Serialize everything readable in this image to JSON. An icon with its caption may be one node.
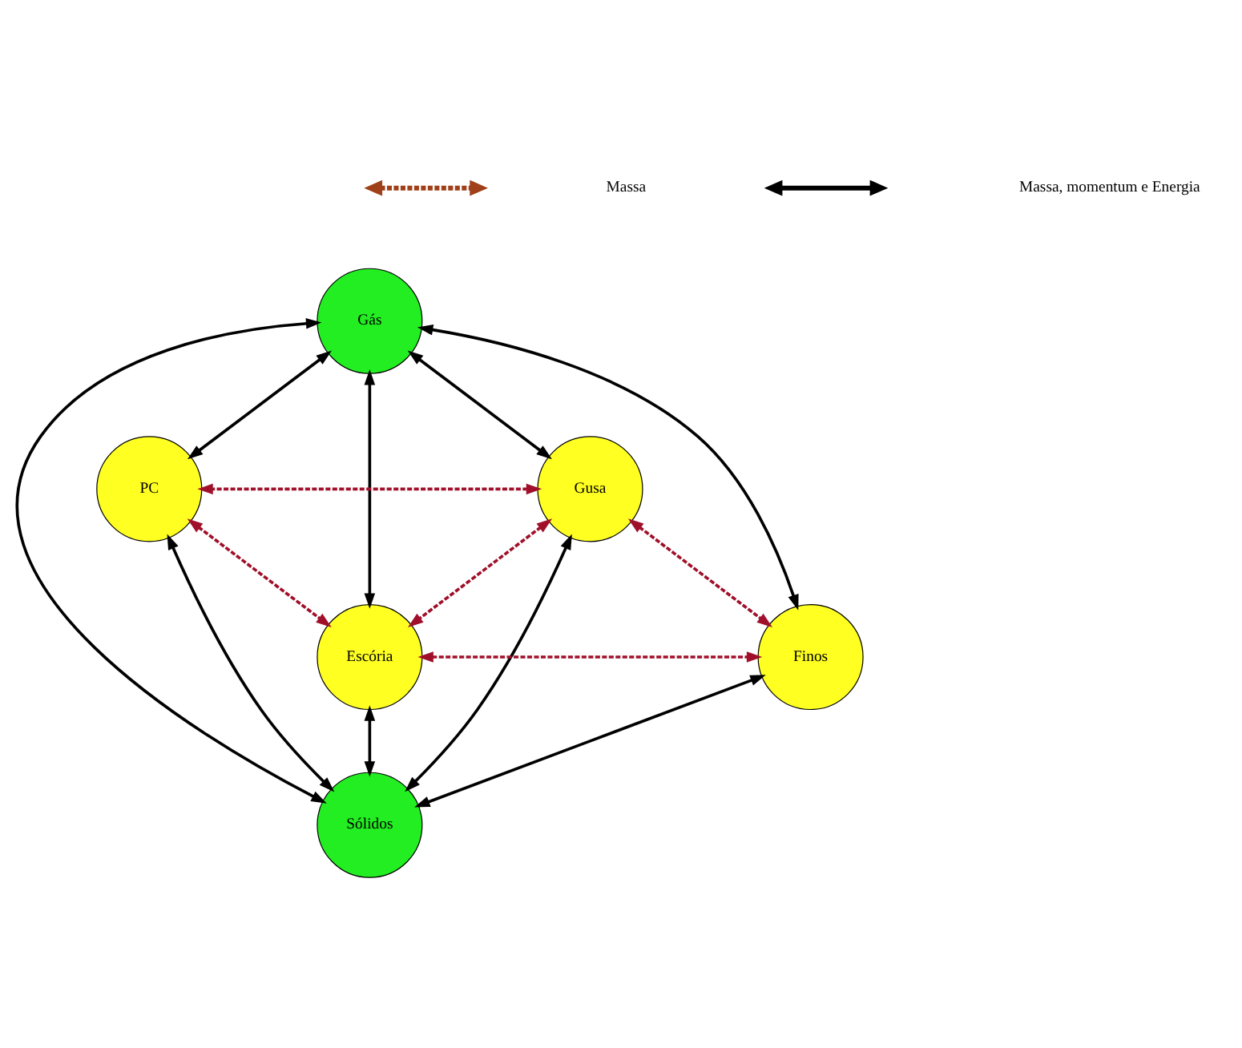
{
  "diagram": {
    "nodes": [
      {
        "text": [
          "Gás"
        ]
      },
      {
        "text": [
          "Gusa"
        ]
      },
      {
        "text": [
          "PC"
        ]
      },
      {
        "text": [
          "Escória"
        ]
      },
      {
        "text": [
          "Finos"
        ]
      },
      {
        "text": [
          "Sólidos"
        ]
      }
    ],
    "edges": [
      {
        "from": 0,
        "to": 1,
        "arrow": "both"
      },
      {
        "from": 0,
        "to": 2,
        "arrow": "both"
      },
      {
        "from": 0,
        "to": 3,
        "arrow": "both"
      },
      {
        "from": 0,
        "to": 5,
        "arrow": "both"
      },
      {
        "from": 0,
        "to": 4,
        "arrow": "both"
      },
      {
        "from": 1,
        "to": 5,
        "arrow": "both"
      },
      {
        "from": 2,
        "to": 5,
        "arrow": "both"
      },
      {
        "from": 3,
        "to": 5,
        "arrow": "both"
      },
      {
        "from": 4,
        "to": 5,
        "arrow": "both"
      },
      {
        "from": 1,
        "to": 2,
        "arrow": "both",
        "style": "dashed",
        "color": "#a0102a"
      },
      {
        "from": 1,
        "to": 3,
        "arrow": "both",
        "style": "dashed",
        "color": "#a0102a"
      },
      {
        "from": 1,
        "to": 4,
        "arrow": "both",
        "style": "dashed",
        "color": "#a0102a"
      },
      {
        "from": 2,
        "to": 3,
        "arrow": "both",
        "style": "dashed",
        "color": "#a0102a"
      },
      {
        "from": 3,
        "to": 4,
        "arrow": "both",
        "style": "dashed",
        "color": "#a0102a"
      }
    ],
    "legend": [
      {
        "text": "Massa"
      },
      {
        "text": "Massa, momentum e Energia"
      }
    ]
  }
}
